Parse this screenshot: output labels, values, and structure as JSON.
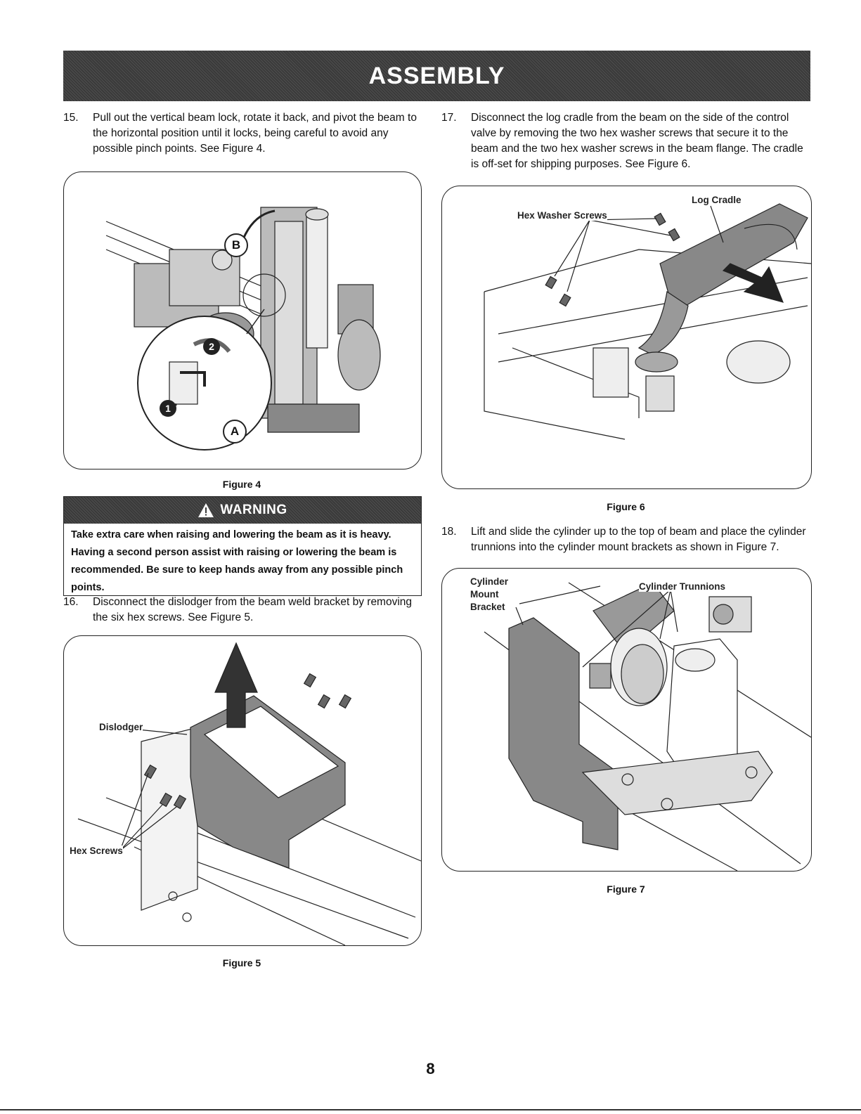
{
  "header": {
    "title": "ASSEMBLY"
  },
  "steps": [
    {
      "number": "15.",
      "text": "Pull out the vertical beam lock, rotate it back, and pivot the beam to the horizontal position until it locks, being careful to avoid any possible pinch points. See Figure 4."
    },
    {
      "number": "16.",
      "text": "Disconnect the dislodger from the beam weld bracket by removing the six hex screws. See Figure 5."
    },
    {
      "number": "17.",
      "text": "Disconnect the log cradle from the beam on the side of the control valve by removing the two hex washer screws that secure it to the beam and the two hex washer screws in the beam flange. The cradle is off-set for shipping purposes. See Figure 6."
    },
    {
      "number": "18.",
      "text": "Lift and slide the cylinder up to the top of beam and place the cylinder trunnions into the cylinder mount brackets as shown in Figure 7."
    }
  ],
  "warning": {
    "title": "WARNING",
    "text": "Take extra care when raising and lowering the beam as it is heavy. Having a second person assist with raising or lowering the beam is recommended. Be sure to keep hands away from any possible pinch points."
  },
  "figures": {
    "fig4": {
      "caption": "Figure 4",
      "labels": {
        "b": "B",
        "a": "A",
        "n1": "1",
        "n2": "2"
      }
    },
    "fig5": {
      "caption": "Figure 5",
      "labels": {
        "dislodger": "Dislodger",
        "hex_screws": "Hex Screws"
      }
    },
    "fig6": {
      "caption": "Figure 6",
      "labels": {
        "hex_washer_screws": "Hex Washer Screws",
        "log_cradle": "Log Cradle"
      }
    },
    "fig7": {
      "caption": "Figure 7",
      "labels": {
        "cylinder_mount_bracket": "Cylinder Mount Bracket",
        "cylinder_trunnions": "Cylinder Trunnions"
      }
    }
  },
  "page_number": "8",
  "colors": {
    "header_bg": "#3a3a3a",
    "header_text": "#ffffff",
    "line": "#222222"
  }
}
